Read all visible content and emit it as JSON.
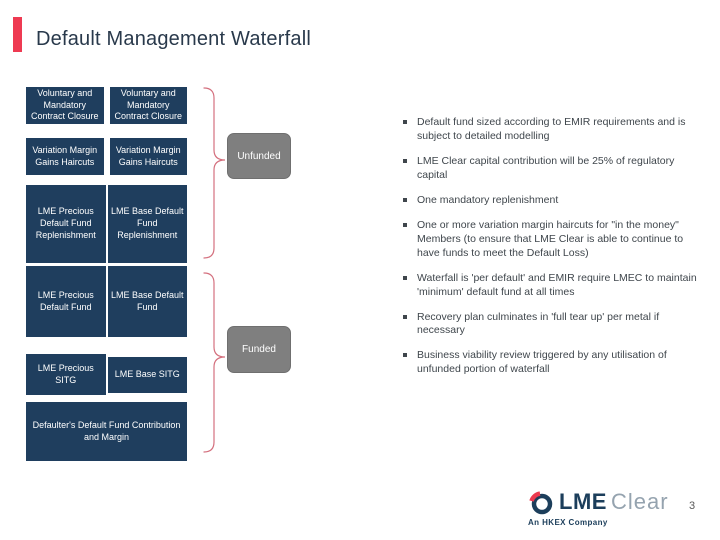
{
  "slide": {
    "title": "Default Management Waterfall",
    "page_number": "3"
  },
  "waterfall": {
    "rows": [
      {
        "cells": [
          "Voluntary and Mandatory Contract Closure",
          "Voluntary and Mandatory Contract Closure"
        ]
      },
      {
        "cells": [
          "Variation Margin Gains Haircuts",
          "Variation Margin Gains Haircuts"
        ]
      },
      {
        "cells": [
          "LME Precious Default Fund Replenishment",
          "LME Base Default Fund Replenishment"
        ]
      },
      {
        "cells": [
          "LME Precious Default Fund",
          "LME Base Default Fund"
        ]
      },
      {
        "cells": [
          "LME Precious SITG",
          "LME Base SITG"
        ]
      },
      {
        "cells": [
          "Defaulter's Default Fund Contribution and Margin"
        ]
      }
    ],
    "unfunded_label": "Unfunded",
    "funded_label": "Funded"
  },
  "bullets": [
    "Default fund sized according to EMIR requirements and is subject to detailed modelling",
    "LME Clear capital contribution will be 25% of regulatory capital",
    "One mandatory replenishment",
    "One or more variation margin haircuts for \"in the money\" Members (to ensure that LME Clear is able to continue to have funds to meet the Default Loss)",
    "Waterfall is 'per default' and EMIR require LMEC to maintain 'minimum' default fund at all times",
    "Recovery plan culminates in 'full tear up' per metal if necessary",
    "Business viability review triggered by any utilisation of unfunded portion of waterfall"
  ],
  "logo": {
    "name_bold": "LME",
    "name_light": "Clear",
    "tagline": "An HKEX Company"
  },
  "colors": {
    "accent_red": "#EE3A52",
    "box_navy": "#1F3E5E",
    "funded_gray": "#7F7F7F",
    "brace_pink": "#D4707E",
    "title_navy": "#29394B"
  }
}
